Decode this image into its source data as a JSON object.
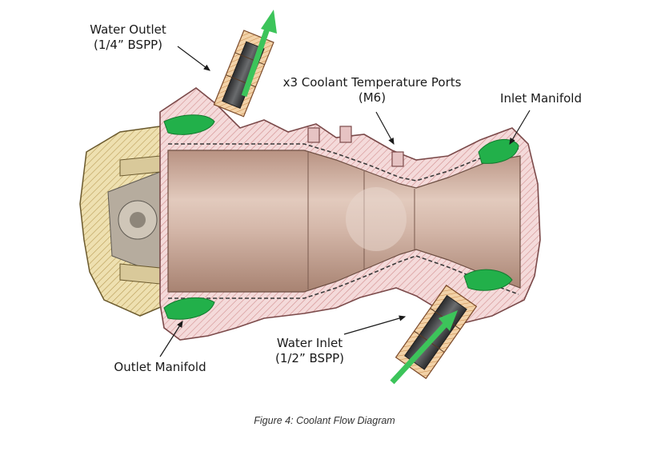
{
  "labels": {
    "water_outlet": {
      "name": "Water Outlet",
      "spec": "(1/4” BSPP)"
    },
    "coolant_ports": {
      "name": "x3 Coolant Temperature Ports",
      "spec": "(M6)"
    },
    "inlet_manifold": {
      "name": "Inlet Manifold"
    },
    "outlet_manifold": {
      "name": "Outlet Manifold"
    },
    "water_inlet": {
      "name": "Water Inlet",
      "spec": "(1/2” BSPP)"
    }
  },
  "caption": "Figure 4: Coolant Flow Diagram",
  "colors": {
    "flow_arrow": "#3cc45a",
    "manifold_fill": "#22b04a",
    "engine_wall": "#f0d4d4",
    "injector": "#eadba8",
    "chamber": "#c9a79a",
    "fitting": "#3b3d40"
  }
}
